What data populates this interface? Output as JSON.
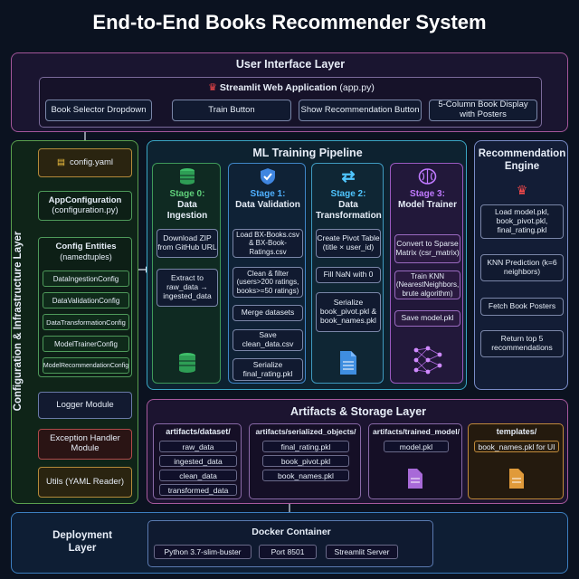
{
  "title": "End-to-End Books Recommender System",
  "ui_layer": {
    "title": "User Interface Layer",
    "app": "Streamlit Web Application",
    "app_file": "(app.py)",
    "items": [
      "Book Selector Dropdown",
      "Train Button",
      "Show Recommendation Button",
      "5-Column Book Display with Posters"
    ]
  },
  "config_layer": {
    "title": "Configuration & Infrastructure Layer",
    "config_file": "config.yaml",
    "app_config": "AppConfiguration",
    "app_config_file": "(configuration.py)",
    "entities_title": "Config Entities",
    "entities_sub": "(namedtuples)",
    "entities": [
      "DataIngestionConfig",
      "DataValidationConfig",
      "DataTransformationConfig",
      "ModelTrainerConfig",
      "ModelRecommendationConfig"
    ],
    "logger": "Logger Module",
    "exception": "Exception Handler Module",
    "utils": "Utils (YAML Reader)"
  },
  "ml_pipeline": {
    "title": "ML Training Pipeline",
    "stages": [
      {
        "stage": "Stage 0:",
        "name": "Data Ingestion",
        "steps": [
          "Download ZIP from GitHub URL",
          "Extract to raw_data → ingested_data"
        ]
      },
      {
        "stage": "Stage 1:",
        "name": "Data Validation",
        "steps": [
          "Load BX-Books.csv & BX-Book-Ratings.csv",
          "Clean & filter (users>200 ratings, books>=50 ratings)",
          "Merge datasets",
          "Save clean_data.csv",
          "Serialize final_rating.pkl"
        ]
      },
      {
        "stage": "Stage 2:",
        "name": "Data Transformation",
        "steps": [
          "Create Pivot Table (title × user_id)",
          "Fill NaN with 0",
          "Serialize book_pivot.pkl & book_names.pkl"
        ]
      },
      {
        "stage": "Stage 3:",
        "name": "Model Trainer",
        "steps": [
          "Convert to Sparse Matrix (csr_matrix)",
          "Train KNN (NearestNeighbors, brute algorithm)",
          "Save model.pkl"
        ]
      }
    ]
  },
  "rec_engine": {
    "title": "Recommendation Engine",
    "steps": [
      "Load model.pkl, book_pivot.pkl, final_rating.pkl",
      "KNN Prediction (k=6 neighbors)",
      "Fetch Book Posters",
      "Return top 5 recommendations"
    ]
  },
  "artifacts": {
    "title": "Artifacts & Storage Layer",
    "groups": [
      {
        "name": "artifacts/dataset/",
        "items": [
          "raw_data",
          "ingested_data",
          "clean_data",
          "transformed_data"
        ]
      },
      {
        "name": "artifacts/serialized_objects/",
        "items": [
          "final_rating.pkl",
          "book_pivot.pkl",
          "book_names.pkl"
        ]
      },
      {
        "name": "artifacts/trained_model/",
        "items": [
          "model.pkl"
        ]
      },
      {
        "name": "templates/",
        "items": [
          "book_names.pkl for UI"
        ]
      }
    ]
  },
  "deployment": {
    "title": "Deployment Layer",
    "container": "Docker Container",
    "items": [
      "Python 3.7-slim-buster",
      "Port 8501",
      "Streamlit Server"
    ]
  },
  "colors": {
    "background": "#0b1220",
    "ui": "#a3569a",
    "config": "#5aa04e",
    "ml": "#3aa6c4",
    "rec": "#7a8cc8",
    "artifacts": "#a85a9e",
    "deploy": "#3c7fc0"
  },
  "icons": [
    "streamlit-crown-icon",
    "file-icon",
    "database-icon",
    "shield-check-icon",
    "shuffle-icon",
    "brain-icon",
    "document-icon",
    "network-icon"
  ]
}
